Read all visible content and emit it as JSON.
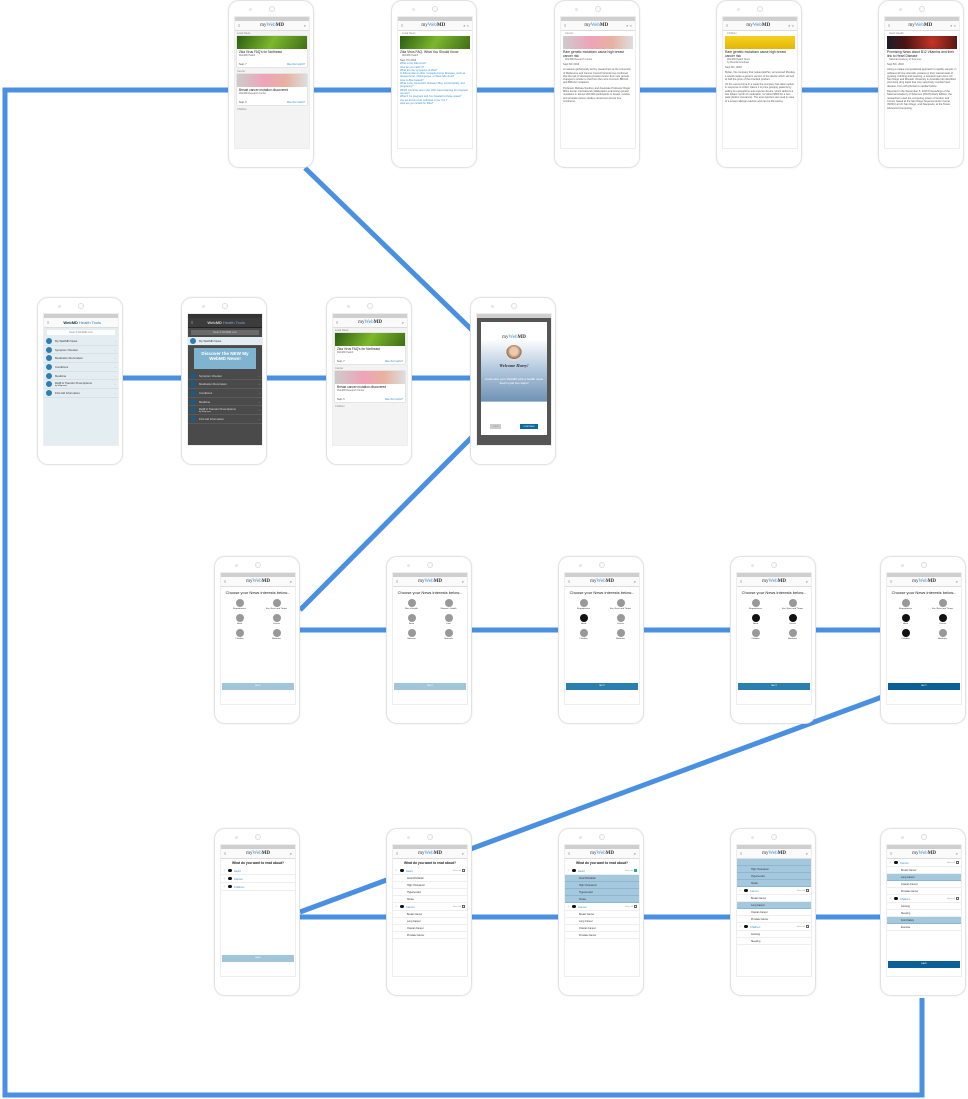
{
  "brand": {
    "my": "my",
    "web": "Web",
    "md": "MD"
  },
  "wire_color": "#4a90e2",
  "feed": {
    "cards": [
      {
        "section": "Local News",
        "title": "Zika Virus FAQ's for Northeast",
        "source": "WebMD Health",
        "date": "Sept. 7",
        "helpful": "Was this helpful?",
        "image": "mosquito"
      },
      {
        "section": "Cancer",
        "title": "Breast cancer mutation discovered",
        "source": "WebMD Research Center",
        "date": "Sept. 6",
        "helpful": "Was this helpful?",
        "image": "cancer"
      }
    ],
    "next_section": "Children"
  },
  "articles": [
    {
      "section": "Local News",
      "image": "mosquito",
      "title": "Zika Virus FAQ: What You Should Know",
      "source": "WebMD Health",
      "byline": "",
      "date": "Sept 7th 2016",
      "links": [
        "What is the Zika virus?",
        "How do you catch it?",
        "What are the symptoms of Zika?",
        "Is Zika similar to other mosquito-borne illnesses, such as dengue fever, chikungunya, or West Nile virus?",
        "How is Zika treated?",
        "What is the connection between Zika, microcephaly, and pregnancy?",
        "Which countries are in the CDC travel warning for pregnant women?",
        "What if I'm pregnant and I've traveled to these areas?",
        "Are we at risk of an outbreak in the U.S.?",
        "How are you tested for Zika?"
      ],
      "paragraphs": []
    },
    {
      "section": "Cancer",
      "image": "cancer",
      "title": "Rare genetic mutations cause high breast cancer risk",
      "source": "WebMD Research Center",
      "byline": "",
      "date": "Sept 6th 2016",
      "links": [],
      "paragraphs": [
        "A massive global study led by researchers at the University of Melbourne and Cancer Council Victoria has confirmed that the risk of developing breast cancer from rare genetic changes is similar to that from the more common BRCA1 and BRCA2 mutations.",
        "Professor Melissa Southey and Associate Professor Roger Milne led an international collaboration examining genetic mutations in almost 200,000 participants in breast, ovarian and prostate cancer studies carried out across four continents."
      ]
    },
    {
      "section": "Children",
      "image": "epipen",
      "title": "Rare genetic mutations cause high breast cancer risk",
      "source": "WebMD Health News",
      "byline": "by Brenda Goodman",
      "date": "Sept 6th, 2016",
      "links": [],
      "paragraphs": [
        "Mylan, the company that makes EpiPen, announced Monday it would create a generic version of the device which will sell at half the price of the branded product.",
        "It's the second time in a week the company has taken action in response to critics' claims it is price gouging patients by selling its epinephrine auto-injector device, which delivers a few dollars' worth of medication, for about $600 for a two-pack (before insurance). The auto-injectors are used in case of a severe allergic reaction and can be life-saving."
      ]
    },
    {
      "section": "Heart Health",
      "image": "heart",
      "title": "Promising News about B12 Vitamins and their link to Heart Disease",
      "source": "National Academy of Sciences",
      "byline": "",
      "date": "Sept 5th, 2016",
      "links": [],
      "paragraphs": [
        "Using a unique computational approach to rapidly sample, in millisecond time intervals, proteins in their natural state of gyrating, bobbing and weaving, a research team from UC San Diego and Monash University in Australia has identified promising drug leads that may selectively combat heart disease, from arrhythmias to cardiac failure.",
        "Reported in the September 5, 2016 Proceedings of the National Academy of Sciences (PNAS) Early Edition, the researchers used the computing power of Gordon and Comet, based at the San Diego Supercomputer Center (SDSC) at UC San Diego, and Stampede, at the Texas Advanced Computing"
      ]
    }
  ],
  "menu": {
    "title_brand": "WebMD",
    "title_rest": "Health Tools",
    "search_placeholder": "Search WebMD.com",
    "items": [
      {
        "label": "My WebMD News",
        "sub": ""
      },
      {
        "label": "Symptom Checker",
        "sub": ""
      },
      {
        "label": "Medication Reminders",
        "sub": ""
      },
      {
        "label": "Conditions",
        "sub": ""
      },
      {
        "label": "Medicine",
        "sub": ""
      },
      {
        "label": "Refill & Transfer Prescriptions",
        "sub": "by Walgreens"
      },
      {
        "label": "First Aid Information",
        "sub": ""
      }
    ],
    "tooltip": "Discover the NEW My WebMD News!"
  },
  "welcome": {
    "greeting": "Welcome Harry!",
    "message": "Customize your WebMD with a health news feed in just two steps!",
    "skip": "SKIP",
    "continue": "CONTINUE"
  },
  "interests": {
    "question": "Choose your News interests below...",
    "next": "NEXT",
    "screens": [
      {
        "items": [
          {
            "label": "Reproductive",
            "selected": false
          },
          {
            "label": "Ear, Nose and Throat",
            "selected": false
          },
          {
            "label": "Heart",
            "selected": false
          },
          {
            "label": "Cancer",
            "selected": false
          },
          {
            "label": "Children",
            "selected": false
          },
          {
            "label": "Medicine",
            "selected": false
          }
        ],
        "next_enabled": false
      },
      {
        "items": [
          {
            "label": "Men's Health",
            "selected": false
          },
          {
            "label": "Women's Health",
            "selected": false
          },
          {
            "label": "Brain",
            "selected": false
          },
          {
            "label": "Liver",
            "selected": false
          },
          {
            "label": "Skincare",
            "selected": false
          },
          {
            "label": "Stomach",
            "selected": false
          }
        ],
        "next_enabled": false
      },
      {
        "items": [
          {
            "label": "Reproductive",
            "selected": false
          },
          {
            "label": "Ear, Nose and Throat",
            "selected": false
          },
          {
            "label": "Heart",
            "selected": true
          },
          {
            "label": "Cancer",
            "selected": false
          },
          {
            "label": "Children",
            "selected": false
          },
          {
            "label": "Medicine",
            "selected": false
          }
        ],
        "next_enabled": true
      },
      {
        "items": [
          {
            "label": "Reproductive",
            "selected": false
          },
          {
            "label": "Ear, Nose and Throat",
            "selected": false
          },
          {
            "label": "Heart",
            "selected": true
          },
          {
            "label": "Cancer",
            "selected": true
          },
          {
            "label": "Children",
            "selected": false
          },
          {
            "label": "Medicine",
            "selected": false
          }
        ],
        "next_enabled": true
      },
      {
        "items": [
          {
            "label": "Reproductive",
            "selected": false
          },
          {
            "label": "Ear, Nose and Throat",
            "selected": false
          },
          {
            "label": "Heart",
            "selected": true
          },
          {
            "label": "Cancer",
            "selected": true
          },
          {
            "label": "Children",
            "selected": true
          },
          {
            "label": "Medicine",
            "selected": false
          }
        ],
        "next_enabled": true
      }
    ]
  },
  "topics": {
    "question": "What do you want to read about?",
    "select_all": "Select all",
    "save": "SAVE",
    "screens": [
      {
        "show_question": true,
        "save": "disabled",
        "rows": [
          {
            "kind": "group",
            "label": "Heart"
          },
          {
            "kind": "group",
            "label": "Cancer"
          },
          {
            "kind": "group",
            "label": "Children"
          }
        ]
      },
      {
        "show_question": true,
        "save": "none",
        "rows": [
          {
            "kind": "group",
            "label": "Heart",
            "checked": false,
            "select_all": true
          },
          {
            "kind": "item",
            "label": "Atrial Fibrillation"
          },
          {
            "kind": "item",
            "label": "High Cholesterol"
          },
          {
            "kind": "item",
            "label": "Hypertension"
          },
          {
            "kind": "item",
            "label": "Stroke"
          },
          {
            "kind": "group",
            "label": "Cancer",
            "checked": false,
            "select_all": true
          },
          {
            "kind": "item",
            "label": "Breast Cancer"
          },
          {
            "kind": "item",
            "label": "Lung Cancer"
          },
          {
            "kind": "item",
            "label": "Ovarian Cancer"
          },
          {
            "kind": "item",
            "label": "Prostate Cancer"
          }
        ]
      },
      {
        "show_question": true,
        "save": "none",
        "rows": [
          {
            "kind": "group",
            "label": "Heart",
            "checked": true,
            "select_all": true
          },
          {
            "kind": "item",
            "label": "Atrial Fibrillation",
            "selected": true
          },
          {
            "kind": "item",
            "label": "High Cholesterol",
            "selected": true
          },
          {
            "kind": "item",
            "label": "Hypertension",
            "selected": true
          },
          {
            "kind": "item",
            "label": "Stroke",
            "selected": true
          },
          {
            "kind": "group",
            "label": "Cancer",
            "checked": false,
            "select_all": true
          },
          {
            "kind": "item",
            "label": "Breast Cancer"
          },
          {
            "kind": "item",
            "label": "Lung Cancer"
          },
          {
            "kind": "item",
            "label": "Ovarian Cancer"
          },
          {
            "kind": "item",
            "label": "Prostate Cancer"
          }
        ]
      },
      {
        "show_question": false,
        "save": "none",
        "rows": [
          {
            "kind": "item",
            "label": "",
            "selected": true
          },
          {
            "kind": "item",
            "label": "High Cholesterol",
            "selected": true
          },
          {
            "kind": "item",
            "label": "Hypertension",
            "selected": true
          },
          {
            "kind": "item",
            "label": "Stroke",
            "selected": true
          },
          {
            "kind": "group",
            "label": "Cancer",
            "checked": false,
            "select_all": true
          },
          {
            "kind": "item",
            "label": "Breast Cancer"
          },
          {
            "kind": "item",
            "label": "Lung Cancer",
            "selected": true
          },
          {
            "kind": "item",
            "label": "Ovarian Cancer"
          },
          {
            "kind": "item",
            "label": "Prostate Cancer"
          },
          {
            "kind": "group",
            "label": "Children",
            "checked": false,
            "select_all": true
          },
          {
            "kind": "item",
            "label": "Growing"
          },
          {
            "kind": "item",
            "label": "Sleeping"
          }
        ]
      },
      {
        "show_question": false,
        "save": "enabled",
        "rows": [
          {
            "kind": "group",
            "label": "Cancer",
            "checked": false,
            "select_all": true
          },
          {
            "kind": "item",
            "label": "Breast Cancer"
          },
          {
            "kind": "item",
            "label": "Lung Cancer",
            "selected": true
          },
          {
            "kind": "item",
            "label": "Ovarian Cancer"
          },
          {
            "kind": "item",
            "label": "Prostate Cancer"
          },
          {
            "kind": "group",
            "label": "Children",
            "checked": false,
            "select_all": true
          },
          {
            "kind": "item",
            "label": "Growing"
          },
          {
            "kind": "item",
            "label": "Sleeping"
          },
          {
            "kind": "item",
            "label": "Food Safety",
            "selected": true
          },
          {
            "kind": "item",
            "label": "Exercise"
          }
        ]
      }
    ]
  }
}
